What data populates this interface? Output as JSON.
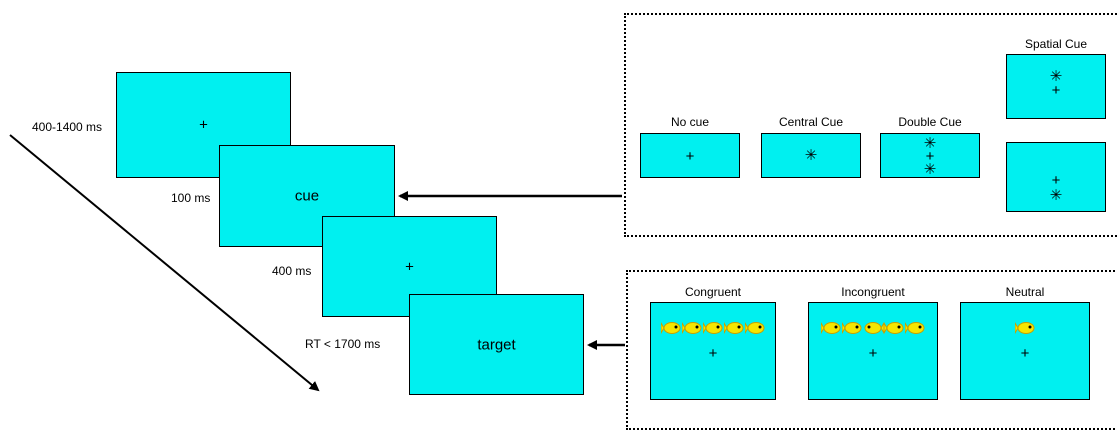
{
  "timeline": {
    "screens": [
      {
        "content": "+"
      },
      {
        "content": "cue"
      },
      {
        "content": "+"
      },
      {
        "content": "target"
      }
    ],
    "durations": [
      "400-1400 ms",
      "100 ms",
      "400 ms",
      "RT < 1700 ms"
    ]
  },
  "cue_panel": {
    "no_cue": {
      "label": "No cue",
      "fixation": "+"
    },
    "central_cue": {
      "label": "Central Cue",
      "star": "✳"
    },
    "double_cue": {
      "label": "Double Cue",
      "star_top": "✳",
      "fixation": "+",
      "star_bottom": "✳"
    },
    "spatial_cue": {
      "label": "Spatial Cue",
      "upper": {
        "star": "✳",
        "fixation": "+"
      },
      "lower": {
        "fixation": "+",
        "star": "✳"
      }
    }
  },
  "target_panel": {
    "congruent": {
      "label": "Congruent",
      "fixation": "+"
    },
    "incongruent": {
      "label": "Incongruent",
      "fixation": "+"
    },
    "neutral": {
      "label": "Neutral",
      "fixation": "+"
    }
  },
  "colors": {
    "screen": "#00f0f0",
    "fish": "#f5e600",
    "fish_outline": "#c8a000"
  }
}
